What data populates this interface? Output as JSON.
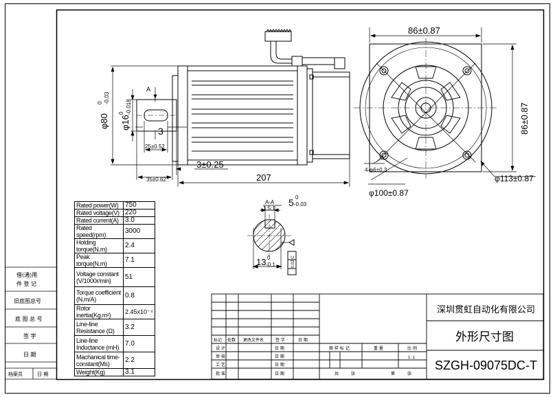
{
  "drawing": {
    "dimensions": {
      "shaft_dia": "φ16",
      "shaft_dia_tol_upper": "0",
      "shaft_dia_tol_lower": "-0.018",
      "flange_dia": "φ80",
      "flange_dia_tol_upper": "0",
      "flange_dia_tol_lower": "-0.03",
      "key_height": "3",
      "key_length": "25±0.52",
      "shaft_length": "35±0.62",
      "flange_thickness": "3±0.25",
      "body_length": "207",
      "section_label": "A",
      "square_width": "86±0.87",
      "square_height": "86±0.87",
      "holes": "4-φ6±0.3",
      "pcd": "φ100±0.87",
      "outer_dia": "φ113±0.87"
    },
    "section": {
      "title": "A-A",
      "scale": "1.5:1",
      "key_width": "5",
      "key_width_tol_upper": "0",
      "key_width_tol_lower": "-0.03",
      "depth": "13",
      "depth_tol_upper": "0",
      "depth_tol_lower": "-0.1",
      "tolerance_frame": "0.02 C"
    }
  },
  "specs": [
    {
      "label": "Rated power(W)",
      "value": "750"
    },
    {
      "label": "Rated voltage(V)",
      "value": "220"
    },
    {
      "label": "Rated current(A)",
      "value": "3.0"
    },
    {
      "label": "Rated speed(rpm)",
      "value": "3000"
    },
    {
      "label": "Holding torque(N.m)",
      "value": "2.4"
    },
    {
      "label": "Peak torque(N.m)",
      "value": "7.1"
    },
    {
      "label": "Voltage constant (V/1000r/min)",
      "value": "51"
    },
    {
      "label": "Torque coefficient (N.m/A)",
      "value": "0.8"
    },
    {
      "label": "Rotor inertia(Kg.m²)",
      "value": "2.45x10⁻⁴"
    },
    {
      "label": "Line-line Resistance (Ω)",
      "value": "3.2"
    },
    {
      "label": "Line-line Inductance (mH)",
      "value": "7.0"
    },
    {
      "label": "Machanical time-constant(Ms)",
      "value": "2.2"
    },
    {
      "label": "Weight(Kg)",
      "value": "3.1"
    }
  ],
  "side_panel": {
    "usage": "借(通)用",
    "registration": "件 登 记",
    "old_drawing": "旧底图总号",
    "base_drawing": "底 图 总 号",
    "signature": "签 字",
    "date": "日 期",
    "archivist": "档案员",
    "archivist_date": "日 期"
  },
  "title_block": {
    "company": "深圳贯虹自动化有限公司",
    "drawing_title": "外形尺寸图",
    "model": "SZGH-09075DC-T",
    "mark_headers": [
      "标记",
      "处数",
      "更改文件名",
      "签 字",
      "日 期"
    ],
    "roles": [
      "设 计",
      "审 核",
      "工 艺",
      "批 准"
    ],
    "role_date": "日 期",
    "sample_mark": "图 样 标 记",
    "weight": "重 量",
    "scale": "比 例",
    "scale_value": "1: 1",
    "total_label": "共",
    "sheet_word": "张",
    "page_label": "第",
    "page_sheet": "张"
  }
}
